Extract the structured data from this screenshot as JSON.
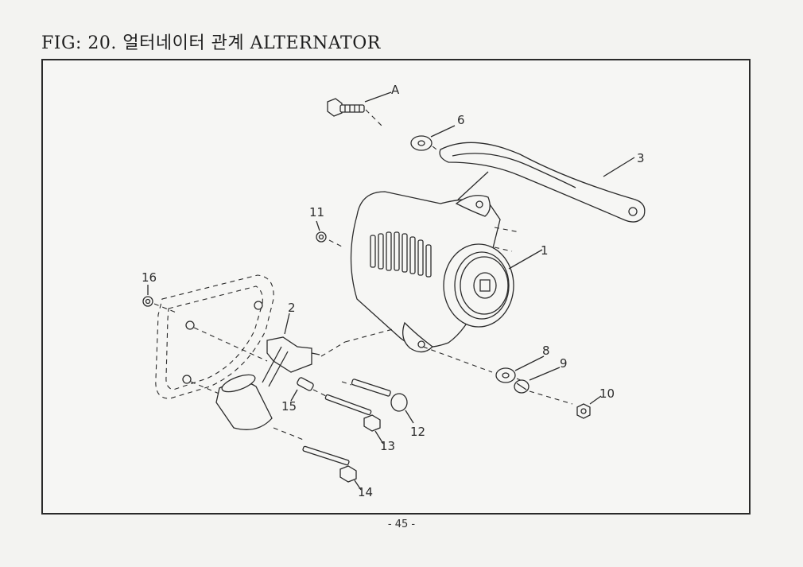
{
  "document": {
    "title": "FIG: 20. 얼터네이터 관계 ALTERNATOR",
    "page_number": "-  45  -"
  },
  "diagram": {
    "callouts": [
      "A",
      "6",
      "3",
      "11",
      "1",
      "16",
      "2",
      "15",
      "8",
      "9",
      "10",
      "12",
      "13",
      "14"
    ]
  }
}
